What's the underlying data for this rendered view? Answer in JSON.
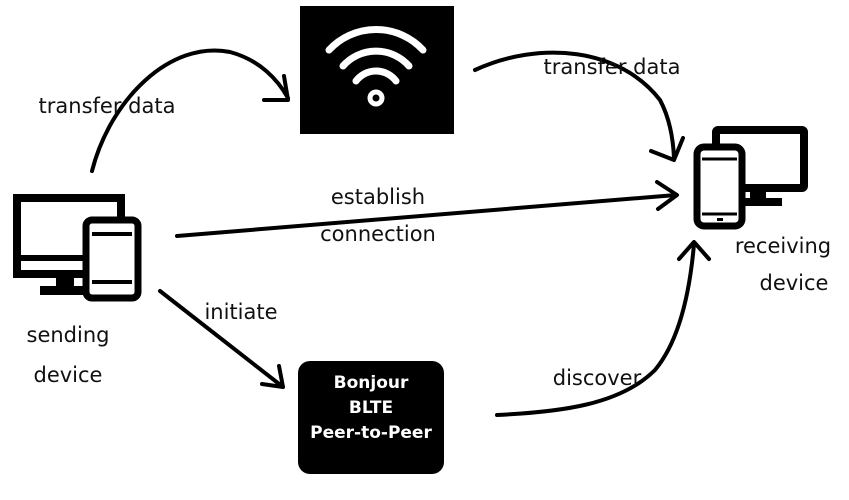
{
  "nodes": {
    "sender": {
      "label_line1": "sending",
      "label_line2": "device",
      "icon": "desktop-and-phone-icon"
    },
    "wifi": {
      "icon": "wifi-icon"
    },
    "receiver": {
      "label_line1": "receiving",
      "label_line2": "device",
      "icon": "desktop-and-phone-icon"
    },
    "protocols": {
      "line1": "Bonjour",
      "line2": "BLTE",
      "line3": "Peer-to-Peer"
    }
  },
  "edges": {
    "sender_to_wifi": "transfer data",
    "wifi_to_receiver": "transfer data",
    "establish_line1": "establish",
    "establish_line2": "connection",
    "initiate": "initiate",
    "discover": "discover"
  },
  "colors": {
    "box": "#000000",
    "box_text": "#ffffff",
    "stroke": "#000000",
    "background": "#ffffff"
  }
}
